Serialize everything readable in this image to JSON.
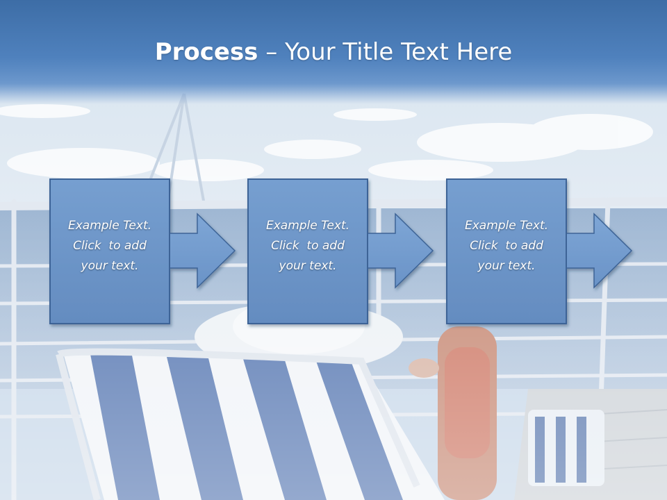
{
  "slide": {
    "title_bold": "Process",
    "title_rest": " – Your Title Text Here"
  },
  "steps": [
    {
      "line1": "Example Text.",
      "line2": "Click  to add",
      "line3": "your text."
    },
    {
      "line1": "Example Text.",
      "line2": "Click  to add",
      "line3": "your text."
    },
    {
      "line1": "Example Text.",
      "line2": "Click  to add",
      "line3": "your text."
    }
  ],
  "colors": {
    "title_band": "#4f81bd",
    "box_fill": "#6f99cc",
    "box_border": "#3e6496",
    "arrow_fill": "#79a2d2",
    "text": "#ffffff"
  }
}
